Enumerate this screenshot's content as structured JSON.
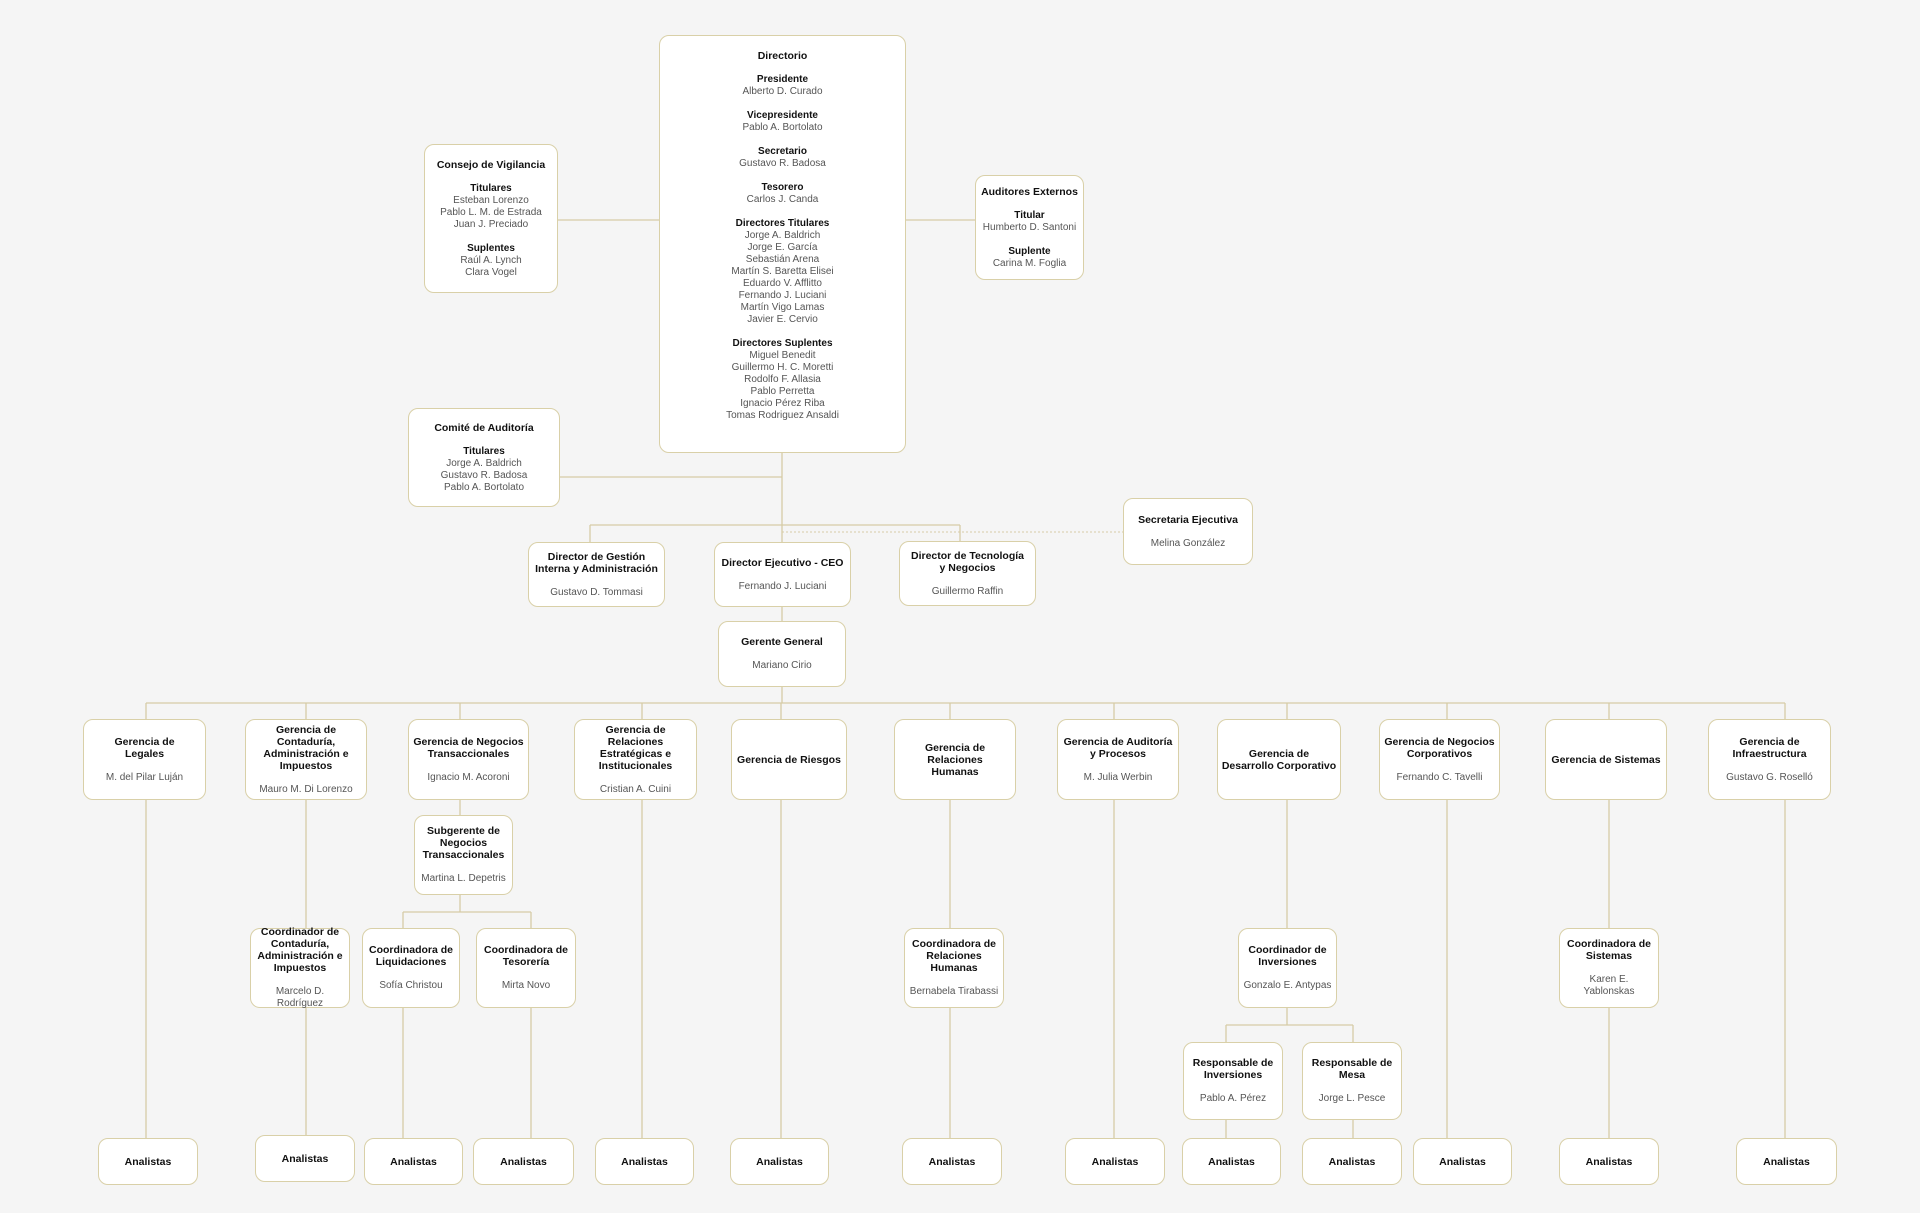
{
  "nodes": [
    {
      "id": "directorio",
      "title": "Directorio",
      "sections": [
        {
          "heading": "Presidente",
          "names": [
            "Alberto D. Curado"
          ]
        },
        {
          "heading": "Vicepresidente",
          "names": [
            "Pablo A. Bortolato"
          ]
        },
        {
          "heading": "Secretario",
          "names": [
            "Gustavo R. Badosa"
          ]
        },
        {
          "heading": "Tesorero",
          "names": [
            "Carlos J. Canda"
          ]
        },
        {
          "heading": "Directores Titulares",
          "names": [
            "Jorge A. Baldrich",
            "Jorge E. García",
            "Sebastián Arena",
            "Martín S. Baretta Elisei",
            "Eduardo V. Afflitto",
            "Fernando J. Luciani",
            "Martín Vigo Lamas",
            "Javier E. Cervio"
          ]
        },
        {
          "heading": "Directores Suplentes",
          "names": [
            "Miguel Benedit",
            "Guillermo H. C. Moretti",
            "Rodolfo F. Allasia",
            "Pablo Perretta",
            "Ignacio Pérez Riba",
            "Tomas Rodriguez Ansaldi"
          ]
        }
      ]
    },
    {
      "id": "consejo",
      "title": "Consejo de Vigilancia",
      "sections": [
        {
          "heading": "Titulares",
          "names": [
            "Esteban Lorenzo",
            "Pablo L. M. de Estrada",
            "Juan J. Preciado"
          ]
        },
        {
          "heading": "Suplentes",
          "names": [
            "Raúl A. Lynch",
            "Clara Vogel"
          ]
        }
      ]
    },
    {
      "id": "auditores",
      "title": "Auditores Externos",
      "sections": [
        {
          "heading": "Titular",
          "names": [
            "Humberto D. Santoni"
          ]
        },
        {
          "heading": "Suplente",
          "names": [
            "Carina M. Foglia"
          ]
        }
      ]
    },
    {
      "id": "comite",
      "title": "Comité de Auditoría",
      "sections": [
        {
          "heading": "Titulares",
          "names": [
            "Jorge A. Baldrich",
            "Gustavo R. Badosa",
            "Pablo A. Bortolato"
          ]
        }
      ]
    },
    {
      "id": "secretaria",
      "title": "Secretaria Ejecutiva",
      "name": "Melina González"
    },
    {
      "id": "dir_gestion",
      "title": "Director de Gestión\nInterna y Administración",
      "name": "Gustavo D. Tommasi"
    },
    {
      "id": "ceo",
      "title": "Director Ejecutivo - CEO",
      "name": "Fernando J. Luciani"
    },
    {
      "id": "dir_tec",
      "title": "Director de Tecnología\ny Negocios",
      "name": "Guillermo Raffin"
    },
    {
      "id": "gerente_general",
      "title": "Gerente General",
      "name": "Mariano Cirio"
    },
    {
      "id": "g_legales",
      "title": "Gerencia de\nLegales",
      "name": "M. del Pilar Luján"
    },
    {
      "id": "g_contaduria",
      "title": "Gerencia de Contaduría,\nAdministración e\nImpuestos",
      "name": "Mauro M. Di Lorenzo"
    },
    {
      "id": "g_neg_trans",
      "title": "Gerencia de Negocios\nTransaccionales",
      "name": "Ignacio M. Acoroni"
    },
    {
      "id": "g_rel_estr",
      "title": "Gerencia de Relaciones\nEstratégicas e\nInstitucionales",
      "name": "Cristian A. Cuini"
    },
    {
      "id": "g_riesgos",
      "title": "Gerencia de Riesgos"
    },
    {
      "id": "g_rrhh",
      "title": "Gerencia de Relaciones\nHumanas"
    },
    {
      "id": "g_auditoria",
      "title": "Gerencia de Auditoría\ny Procesos",
      "name": "M. Julia Werbin"
    },
    {
      "id": "g_desarrollo",
      "title": "Gerencia de\nDesarrollo Corporativo"
    },
    {
      "id": "g_neg_corp",
      "title": "Gerencia de Negocios\nCorporativos",
      "name": "Fernando C. Tavelli"
    },
    {
      "id": "g_sistemas",
      "title": "Gerencia de Sistemas"
    },
    {
      "id": "g_infra",
      "title": "Gerencia de\nInfraestructura",
      "name": "Gustavo G. Roselló"
    },
    {
      "id": "sub_neg_trans",
      "title": "Subgerente de\nNegocios\nTransaccionales",
      "name": "Martina L. Depetris"
    },
    {
      "id": "c_contaduria",
      "title": "Coordinador de\nContaduría,\nAdministración e\nImpuestos",
      "name": "Marcelo D. Rodríguez"
    },
    {
      "id": "c_liquid",
      "title": "Coordinadora de\nLiquidaciones",
      "name": "Sofía Christou"
    },
    {
      "id": "c_tesoreria",
      "title": "Coordinadora de\nTesorería",
      "name": "Mirta Novo"
    },
    {
      "id": "c_rrhh",
      "title": "Coordinadora de\nRelaciones\nHumanas",
      "name": "Bernabela Tirabassi"
    },
    {
      "id": "c_inversiones",
      "title": "Coordinador de\nInversiones",
      "name": "Gonzalo E. Antypas"
    },
    {
      "id": "c_sistemas",
      "title": "Coordinadora de\nSistemas",
      "name": "Karen E. Yablonskas"
    },
    {
      "id": "r_inversiones",
      "title": "Responsable de\nInversiones",
      "name": "Pablo A. Pérez"
    },
    {
      "id": "r_mesa",
      "title": "Responsable de\nMesa",
      "name": "Jorge L. Pesce"
    },
    {
      "id": "a1",
      "title": "Analistas"
    },
    {
      "id": "a2",
      "title": "Analistas"
    },
    {
      "id": "a3",
      "title": "Analistas"
    },
    {
      "id": "a4",
      "title": "Analistas"
    },
    {
      "id": "a5",
      "title": "Analistas"
    },
    {
      "id": "a6",
      "title": "Analistas"
    },
    {
      "id": "a7",
      "title": "Analistas"
    },
    {
      "id": "a8",
      "title": "Analistas"
    },
    {
      "id": "a9",
      "title": "Analistas"
    },
    {
      "id": "a10",
      "title": "Analistas"
    },
    {
      "id": "a11",
      "title": "Analistas"
    },
    {
      "id": "a12",
      "title": "Analistas"
    },
    {
      "id": "a13",
      "title": "Analistas"
    }
  ],
  "colors": {
    "background": "#f5f5f5",
    "border": "#d9d0a8",
    "line": "#d6cca6"
  }
}
